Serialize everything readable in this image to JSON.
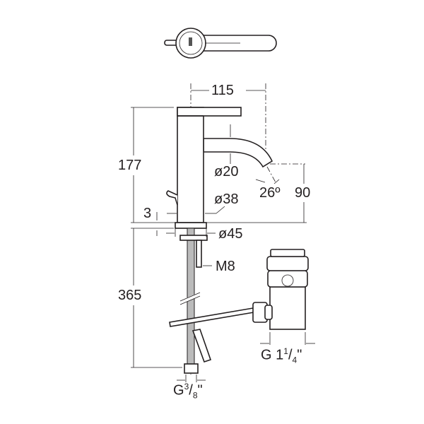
{
  "dimensions": {
    "reach": "115",
    "height": "177",
    "spout_diameter": "ø20",
    "body_diameter": "ø38",
    "base_diameter": "ø45",
    "base_thickness": "3",
    "spout_angle": "26º",
    "spout_outlet_height": "90",
    "fixing_rod": "M8",
    "hose_length": "365",
    "hose_connection": {
      "base": "G",
      "num": "3",
      "den": "8",
      "unit": "\""
    },
    "waste_connection": {
      "base": "G 1",
      "num": "1",
      "den": "4",
      "unit": "\""
    }
  },
  "colors": {
    "line": "#231f20",
    "background": "#ffffff"
  }
}
